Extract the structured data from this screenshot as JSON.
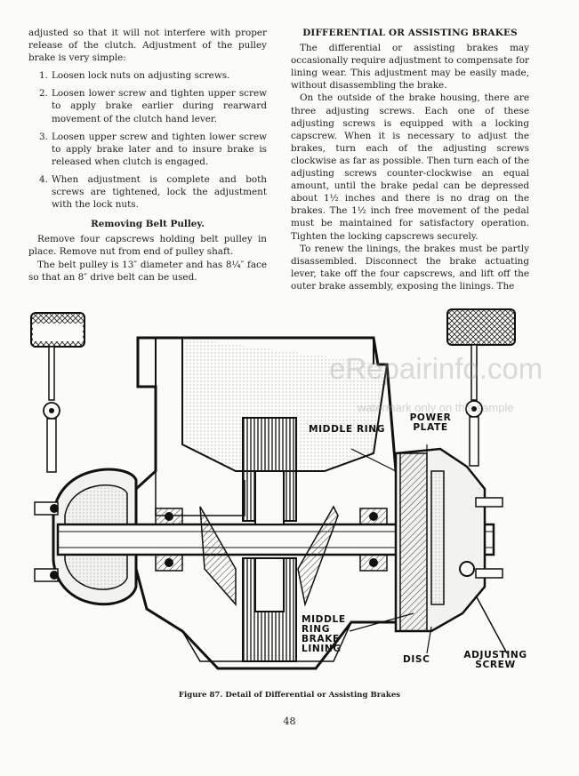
{
  "left_column": {
    "intro": "adjusted so that it will not interfere with proper release of the clutch. Adjustment of the pulley brake is very simple:",
    "steps": [
      {
        "num": "1.",
        "text": "Loosen lock nuts on adjusting screws."
      },
      {
        "num": "2.",
        "text": "Loosen lower screw and tighten upper screw to apply brake earlier during rearward movement of the clutch hand lever."
      },
      {
        "num": "3.",
        "text": "Loosen upper screw and tighten lower screw to apply brake later and to insure brake is released when clutch is engaged."
      },
      {
        "num": "4.",
        "text": "When adjustment is complete and both screws are tightened, lock the adjustment with the lock nuts."
      }
    ],
    "subheading": "Removing Belt Pulley.",
    "para1": "Remove four capscrews holding belt pulley in place. Remove nut from end of pulley shaft.",
    "para2": "The belt pulley is 13″ diameter and has 8¼″ face so that an 8″ drive belt can be used."
  },
  "right_column": {
    "heading": "DIFFERENTIAL OR ASSISTING BRAKES",
    "para1": "The differential or assisting brakes may occasionally require adjustment to compensate for lining wear. This adjustment may be easily made, without disassembling the brake.",
    "para2": "On the outside of the brake housing, there are three adjusting screws. Each one of these adjusting screws is equipped with a locking capscrew. When it is necessary to adjust the brakes, turn each of the adjusting screws clockwise as far as possible. Then turn each of the adjusting screws counter-clockwise an equal amount, until the brake pedal can be depressed about 1½ inches and there is no drag on the brakes. The 1½ inch free movement of the pedal must be maintained for satisfactory operation. Tighten the locking capscrews securely.",
    "para3": "To renew the linings, the brakes must be partly disassembled. Disconnect the brake actuating lever, take off the four capscrews, and lift off the outer brake assembly, exposing the linings. The"
  },
  "figure": {
    "labels": {
      "middle_ring": "MIDDLE RING",
      "power_plate": "POWER PLATE",
      "middle_ring_brake_lining": "MIDDLE RING BRAKE LINING",
      "disc": "DISC",
      "adjusting_screw": "ADJUSTING SCREW"
    },
    "caption": "Figure 87. Detail of Differential or Assisting Brakes"
  },
  "watermark": {
    "site": "eRepairinfo.com",
    "note": "watermark only on this sample"
  },
  "page_number": "48"
}
